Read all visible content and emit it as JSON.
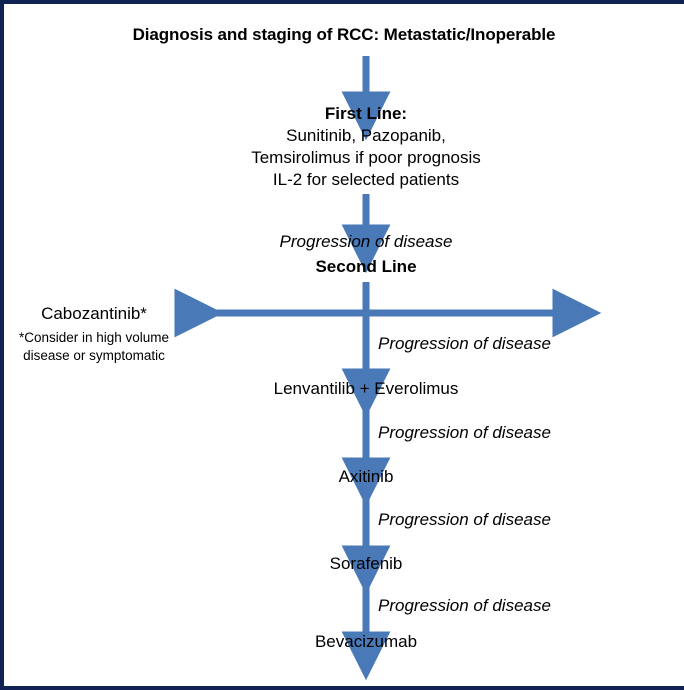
{
  "diagram": {
    "title": "Diagnosis and staging of RCC: Metastatic/Inoperable",
    "accent_color": "#4A79B8",
    "border_color": "#102352",
    "text_color": "#000000",
    "background_color": "#ffffff"
  },
  "first_line": {
    "heading": "First Line:",
    "options": [
      "Sunitinib, Pazopanib,",
      "Temsirolimus if poor prognosis",
      "IL-2 for selected patients"
    ]
  },
  "second_line": {
    "progression_label": "Progression of disease",
    "heading": "Second Line"
  },
  "branch": {
    "label": "Cabozantinib*",
    "footnote_line1": "*Consider in high volume",
    "footnote_line2": "disease or symptomatic",
    "progression_label": "Progression of disease"
  },
  "sequence": [
    {
      "drug": "Lenvantilib + Everolimus",
      "progression_label": "Progression of disease"
    },
    {
      "drug": "Axitinib",
      "progression_label": "Progression of disease"
    },
    {
      "drug": "Sorafenib",
      "progression_label": "Progression of disease"
    },
    {
      "drug": "Bevacizumab",
      "progression_label": ""
    }
  ],
  "arrows": {
    "vertical_icon": "arrow-down-icon",
    "horizontal_icon": "arrow-left-right-icon"
  }
}
